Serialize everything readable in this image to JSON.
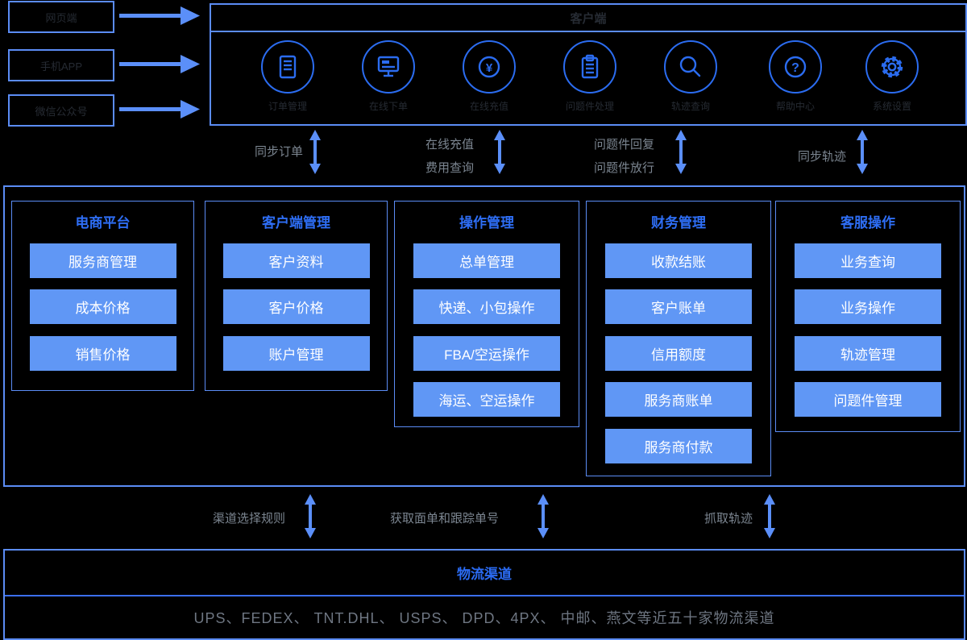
{
  "colors": {
    "background": "#000000",
    "border_blue": "#5b8cf5",
    "icon_blue": "#2b6cf0",
    "column_title_blue": "#2e6ef5",
    "button_blue": "#6097f5",
    "arrow_blue": "#5b8ff9",
    "connector_label_gray": "#7b8590",
    "carrier_text_gray": "#6e7682",
    "dark_text": "#262b33",
    "button_text": "#ffffff"
  },
  "sources": {
    "items": [
      {
        "label": "网页端"
      },
      {
        "label": "手机APP"
      },
      {
        "label": "微信公众号"
      }
    ]
  },
  "portal": {
    "title": "客户端",
    "modules": [
      {
        "icon": "order-list-icon",
        "label": "订单管理"
      },
      {
        "icon": "online-order-icon",
        "label": "在线下单"
      },
      {
        "icon": "recharge-icon",
        "label": "在线充值"
      },
      {
        "icon": "problem-shipment-icon",
        "label": "问题件处理"
      },
      {
        "icon": "track-search-icon",
        "label": "轨迹查询"
      },
      {
        "icon": "help-icon",
        "label": "帮助中心"
      },
      {
        "icon": "settings-icon",
        "label": "系统设置"
      }
    ],
    "currency_glyph": "¥",
    "question_glyph": "?"
  },
  "sync_top": {
    "g1": {
      "line1": "同步订单"
    },
    "g2": {
      "line1": "在线充值",
      "line2": "费用查询"
    },
    "g3": {
      "line1": "问题件回复",
      "line2": "问题件放行"
    },
    "g4": {
      "line1": "同步轨迹"
    }
  },
  "erp": {
    "columns": [
      {
        "title": "电商平台",
        "items": [
          "服务商管理",
          "成本价格",
          "销售价格"
        ]
      },
      {
        "title": "客户端管理",
        "items": [
          "客户资料",
          "客户价格",
          "账户管理"
        ]
      },
      {
        "title": "操作管理",
        "items": [
          "总单管理",
          "快递、小包操作",
          "FBA/空运操作",
          "海运、空运操作"
        ]
      },
      {
        "title": "财务管理",
        "items": [
          "收款结账",
          "客户账单",
          "信用额度",
          "服务商账单",
          "服务商付款"
        ]
      },
      {
        "title": "客服操作",
        "items": [
          "业务查询",
          "业务操作",
          "轨迹管理",
          "问题件管理"
        ]
      }
    ]
  },
  "sync_bottom": {
    "g1": {
      "line1": "渠道选择规则"
    },
    "g2": {
      "line1": "获取面单和跟踪单号"
    },
    "g3": {
      "line1": "抓取轨迹"
    }
  },
  "channels": {
    "title": "物流渠道",
    "carriers": "UPS、FEDEX、 TNT.DHL、 USPS、 DPD、4PX、 中邮、燕文等近五十家物流渠道"
  }
}
